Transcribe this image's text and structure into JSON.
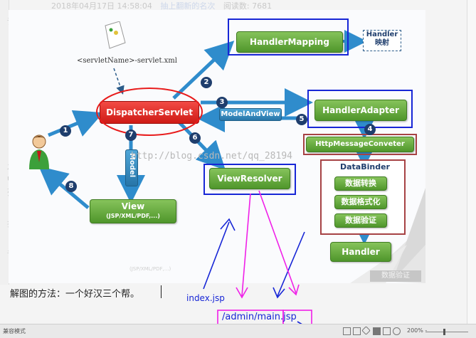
{
  "article": {
    "date": "2018年04月17日 14:58:04",
    "link_text": "抽上翻新的名次",
    "reads": "阅读数: 7681"
  },
  "left_chars": [
    "论",
    "发",
    "ul",
    "列",
    "扶",
    "普"
  ],
  "diagram": {
    "servlet_xml": "<servletName>-servlet.xml",
    "dispatcher": "DispatcherServlet",
    "handler_mapping": "HandlerMapping",
    "handler_note_1": "Handler",
    "handler_note_2": "映射",
    "handler_adapter": "HandlerAdapter",
    "model_and_view": "ModelAndView",
    "http_converter": "HttpMessageConveter",
    "data_binder": "DataBinder",
    "convert": "数据转换",
    "format": "数据格式化",
    "validate": "数据验证",
    "handler": "Handler",
    "view_resolver": "ViewResolver",
    "model": "Model",
    "view": "View",
    "view_sub": "(JSP/XML/PDF,...)",
    "watermark": "http://blog.csdn.net/qq_28194",
    "faded_validate": "数据验证",
    "faded_view_sub": "(JSP/XML/PDF,...)",
    "steps": [
      "1",
      "2",
      "3",
      "4",
      "5",
      "6",
      "7",
      "8"
    ]
  },
  "footer": {
    "text": "解图的方法：一个好汉三个帮。"
  },
  "annotations": {
    "index": "index.jsp",
    "admin_prefix": "/admin/",
    "main": "main",
    "jsp": ".jsp"
  },
  "status_bar": {
    "mode": "兼容模式",
    "zoom": "200% -"
  },
  "colors": {
    "annotation_blue": "#1726d6",
    "annotation_magenta": "#f020e8",
    "button_green": "#4f962b",
    "dispatcher_red": "#cf1b16"
  }
}
